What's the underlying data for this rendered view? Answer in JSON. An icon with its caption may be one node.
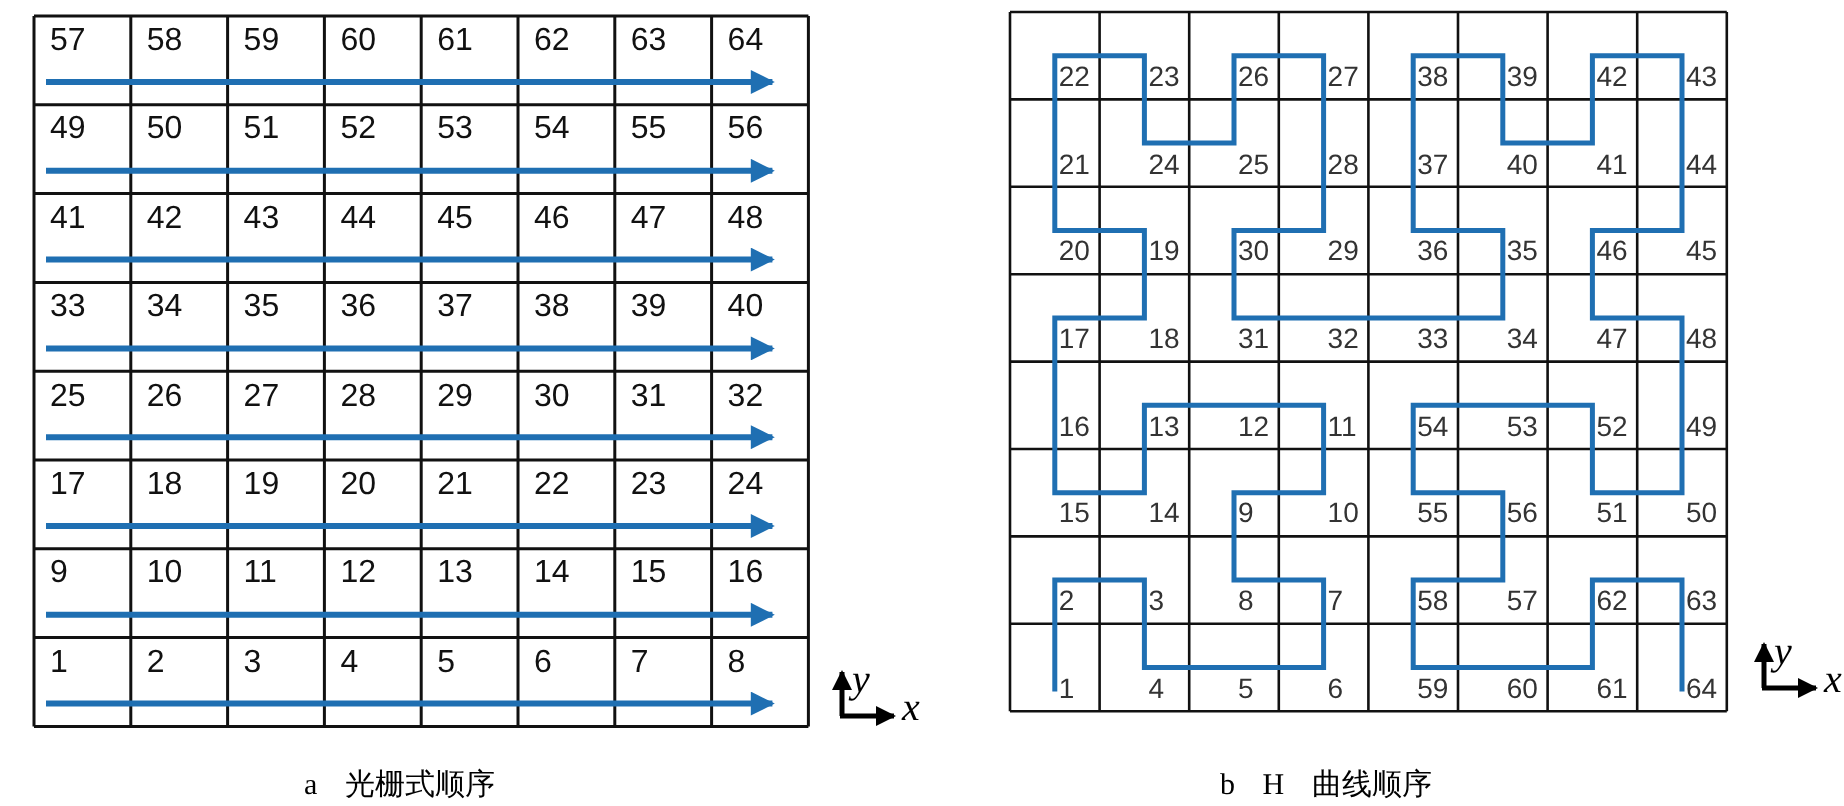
{
  "diagram": {
    "labels": [
      "57",
      "58",
      "59",
      "60",
      "61",
      "62",
      "63",
      "64",
      "49",
      "50",
      "51",
      "52",
      "53",
      "54",
      "55",
      "56",
      "41",
      "42",
      "43",
      "44",
      "45",
      "46",
      "47",
      "48",
      "33",
      "34",
      "35",
      "36",
      "37",
      "38",
      "39",
      "40",
      "25",
      "26",
      "27",
      "28",
      "29",
      "30",
      "31",
      "32",
      "17",
      "18",
      "19",
      "20",
      "21",
      "22",
      "23",
      "24",
      "9",
      "10",
      "11",
      "12",
      "13",
      "14",
      "15",
      "16",
      "1",
      "2",
      "3",
      "4",
      "5",
      "6",
      "7",
      "8",
      "y",
      "x",
      "a 光栅式顺序",
      "22",
      "23",
      "26",
      "27",
      "38",
      "39",
      "42",
      "43",
      "21",
      "24",
      "25",
      "28",
      "37",
      "40",
      "41",
      "44",
      "20",
      "19",
      "30",
      "29",
      "36",
      "35",
      "46",
      "45",
      "17",
      "18",
      "31",
      "32",
      "33",
      "34",
      "47",
      "48",
      "16",
      "13",
      "12",
      "11",
      "54",
      "53",
      "52",
      "49",
      "15",
      "14",
      "9",
      "10",
      "55",
      "56",
      "51",
      "50",
      "2",
      "3",
      "8",
      "7",
      "58",
      "57",
      "62",
      "63",
      "1",
      "4",
      "5",
      "6",
      "59",
      "60",
      "61",
      "64",
      "y",
      "x",
      "b H 曲线顺序"
    ]
  }
}
